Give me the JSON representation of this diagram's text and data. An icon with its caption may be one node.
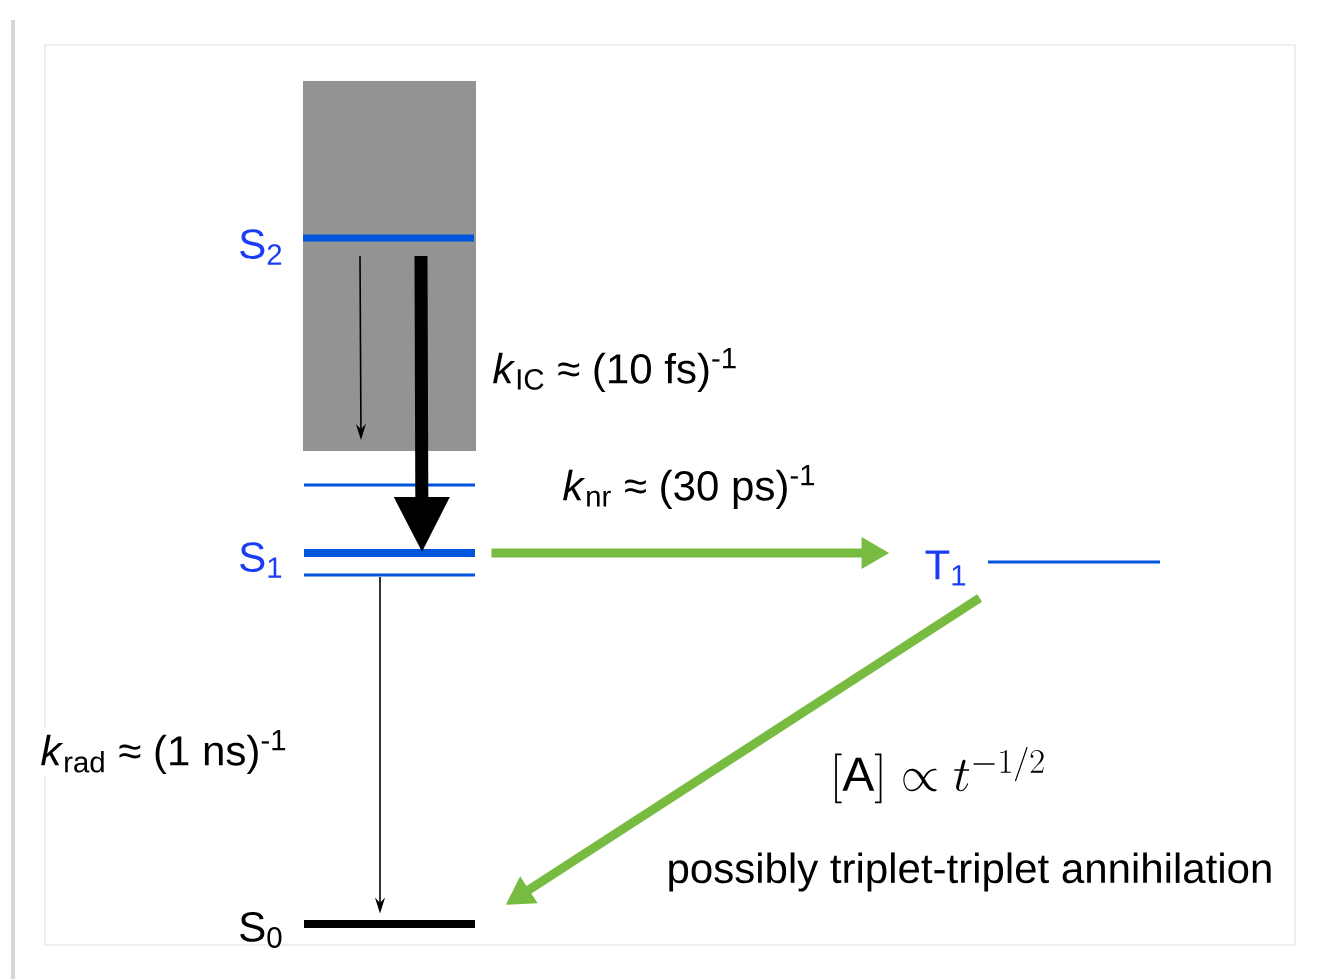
{
  "diagram": {
    "nodes": [
      {
        "text": [],
        "shape": "box"
      },
      {
        "text": [],
        "shape": "bar",
        "in": 0,
        "beside": [
          "S$_{2}$"
        ]
      },
      {
        "text": [],
        "shape": "bar"
      },
      {
        "text": [],
        "shape": "bar",
        "beside": [
          "S$_{1}$"
        ]
      },
      {
        "text": [],
        "shape": "bar"
      },
      {
        "text": [],
        "shape": "bar",
        "beside": [
          "T$_{1}$"
        ]
      },
      {
        "text": [],
        "shape": "bar",
        "beside": [
          "S$_{0}$"
        ]
      }
    ],
    "edges": [
      {
        "from": 1,
        "to": null,
        "arrow": "to"
      },
      {
        "from": 1,
        "to": 3,
        "arrow": "to",
        "label": "*k*$_{IC}$ ≈ (10 fs)$^{-1}$"
      },
      {
        "from": 3,
        "to": 5,
        "arrow": "to",
        "color": "#77bb41",
        "label": "*k*$_{nr}$ ≈ (30 ps)$^{-1}$"
      },
      {
        "from": 4,
        "to": 6,
        "arrow": "to",
        "label": "*k*$_{rad}$ ≈ (1 ns)$^{-1}$"
      },
      {
        "from": 5,
        "to": 6,
        "arrow": "to",
        "color": "#77bb41"
      }
    ],
    "labels": [
      "[\\mathrm{A}]\\propto t^{-1/2}",
      "possibly triplet-triplet annihilation"
    ]
  }
}
